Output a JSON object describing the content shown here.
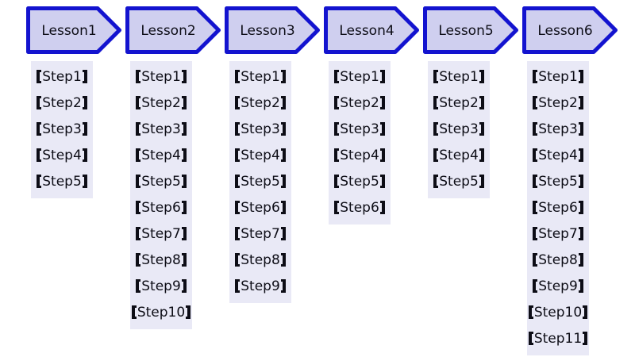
{
  "colors": {
    "arrow_fill": "#cfcfef",
    "arrow_border": "#1313cf",
    "column_bg": "#e9e9f6",
    "text": "#0d0d16",
    "page_bg": "#ffffff"
  },
  "step_brackets": {
    "open": "【",
    "close": "】"
  },
  "lessons": [
    {
      "label": "Lesson1",
      "steps": [
        "Step1",
        "Step2",
        "Step3",
        "Step4",
        "Step5"
      ]
    },
    {
      "label": "Lesson2",
      "steps": [
        "Step1",
        "Step2",
        "Step3",
        "Step4",
        "Step5",
        "Step6",
        "Step7",
        "Step8",
        "Step9",
        "Step10"
      ]
    },
    {
      "label": "Lesson3",
      "steps": [
        "Step1",
        "Step2",
        "Step3",
        "Step4",
        "Step5",
        "Step6",
        "Step7",
        "Step8",
        "Step9"
      ]
    },
    {
      "label": "Lesson4",
      "steps": [
        "Step1",
        "Step2",
        "Step3",
        "Step4",
        "Step5",
        "Step6"
      ]
    },
    {
      "label": "Lesson5",
      "steps": [
        "Step1",
        "Step2",
        "Step3",
        "Step4",
        "Step5"
      ]
    },
    {
      "label": "Lesson6",
      "steps": [
        "Step1",
        "Step2",
        "Step3",
        "Step4",
        "Step5",
        "Step6",
        "Step7",
        "Step8",
        "Step9",
        "Step10",
        "Step11"
      ]
    }
  ]
}
